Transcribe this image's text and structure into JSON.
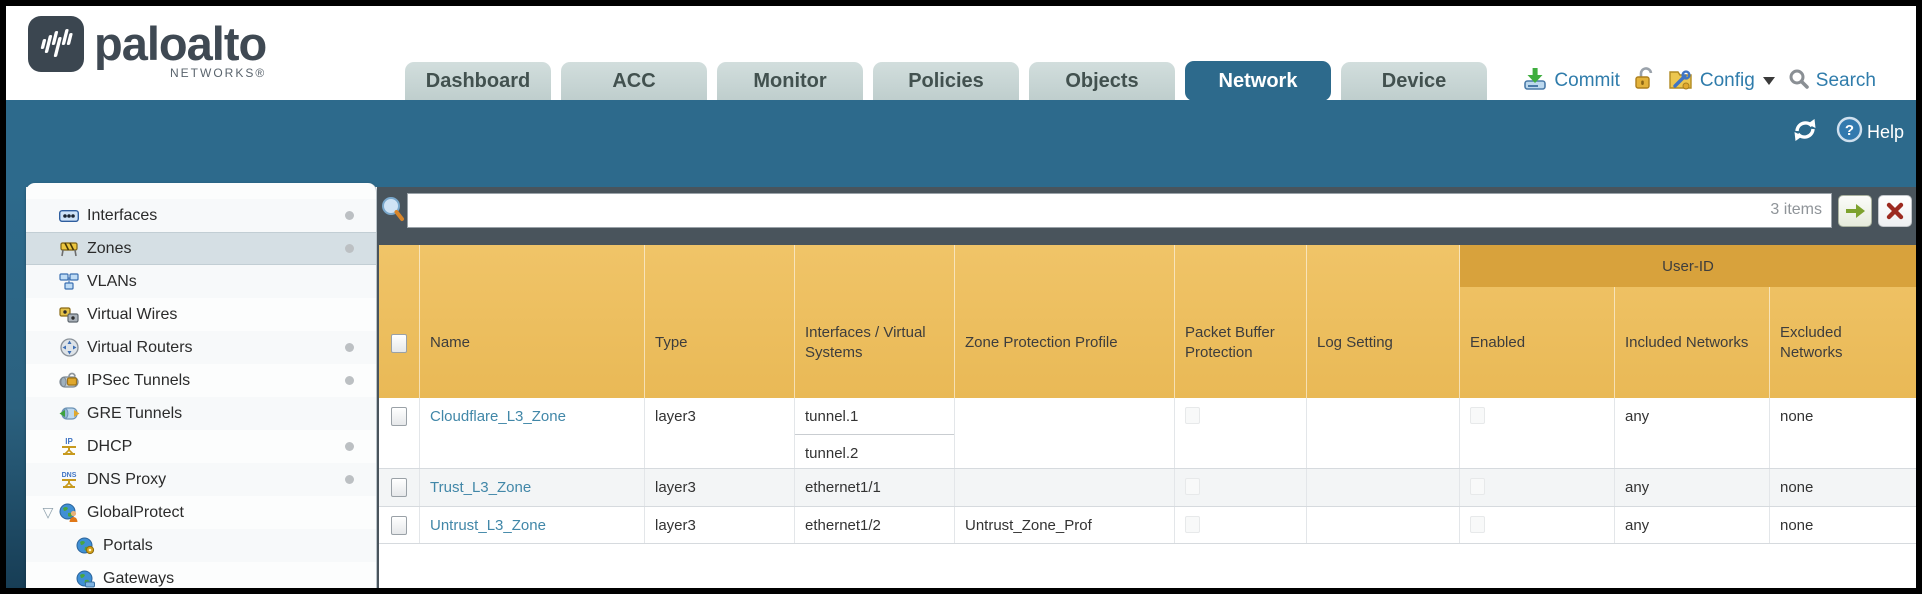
{
  "brand": {
    "name": "paloalto",
    "subtitle": "NETWORKS®"
  },
  "nav": {
    "tabs": [
      {
        "label": "Dashboard",
        "active": false
      },
      {
        "label": "ACC",
        "active": false
      },
      {
        "label": "Monitor",
        "active": false
      },
      {
        "label": "Policies",
        "active": false
      },
      {
        "label": "Objects",
        "active": false
      },
      {
        "label": "Network",
        "active": true
      },
      {
        "label": "Device",
        "active": false
      }
    ]
  },
  "utilities": {
    "commit_label": "Commit",
    "config_label": "Config",
    "search_label": "Search"
  },
  "band": {
    "help_label": "Help"
  },
  "sidebar": {
    "items": [
      {
        "label": "Interfaces",
        "icon": "interfaces-icon",
        "dot": true,
        "selected": false
      },
      {
        "label": "Zones",
        "icon": "zones-icon",
        "dot": true,
        "selected": true
      },
      {
        "label": "VLANs",
        "icon": "vlans-icon",
        "dot": false,
        "selected": false
      },
      {
        "label": "Virtual Wires",
        "icon": "virtual-wires-icon",
        "dot": false,
        "selected": false
      },
      {
        "label": "Virtual Routers",
        "icon": "virtual-routers-icon",
        "dot": true,
        "selected": false
      },
      {
        "label": "IPSec Tunnels",
        "icon": "ipsec-tunnels-icon",
        "dot": true,
        "selected": false
      },
      {
        "label": "GRE Tunnels",
        "icon": "gre-tunnels-icon",
        "dot": false,
        "selected": false
      },
      {
        "label": "DHCP",
        "icon": "dhcp-icon",
        "dot": true,
        "selected": false
      },
      {
        "label": "DNS Proxy",
        "icon": "dns-proxy-icon",
        "dot": true,
        "selected": false
      },
      {
        "label": "GlobalProtect",
        "icon": "globalprotect-icon",
        "dot": false,
        "selected": false,
        "expanded": true
      },
      {
        "label": "Portals",
        "icon": "portals-icon",
        "dot": false,
        "selected": false,
        "child": true
      },
      {
        "label": "Gateways",
        "icon": "gateways-icon",
        "dot": false,
        "selected": false,
        "child": true
      }
    ]
  },
  "search_bar": {
    "value": "",
    "count_label": "3 items"
  },
  "table": {
    "group_header": "User-ID",
    "columns": [
      "Name",
      "Type",
      "Interfaces / Virtual Systems",
      "Zone Protection Profile",
      "Packet Buffer Protection",
      "Log Setting",
      "Enabled",
      "Included Networks",
      "Excluded Networks"
    ],
    "rows": [
      {
        "name": "Cloudflare_L3_Zone",
        "type": "layer3",
        "interfaces": [
          "tunnel.1",
          "tunnel.2"
        ],
        "zone_protection_profile": "",
        "log_setting": "",
        "included_networks": "any",
        "excluded_networks": "none"
      },
      {
        "name": "Trust_L3_Zone",
        "type": "layer3",
        "interfaces": [
          "ethernet1/1"
        ],
        "zone_protection_profile": "",
        "log_setting": "",
        "included_networks": "any",
        "excluded_networks": "none"
      },
      {
        "name": "Untrust_L3_Zone",
        "type": "layer3",
        "interfaces": [
          "ethernet1/2"
        ],
        "zone_protection_profile": "Untrust_Zone_Prof",
        "log_setting": "",
        "included_networks": "any",
        "excluded_networks": "none"
      }
    ]
  },
  "colors": {
    "teal_band": "#2d6a8c",
    "slate_bar": "#49545c",
    "header_gold": "#edbe5f",
    "group_gold": "#d8a23c",
    "link_blue": "#4187a8",
    "util_blue": "#2f7cab",
    "tab_inactive": "#c8d6d5"
  }
}
